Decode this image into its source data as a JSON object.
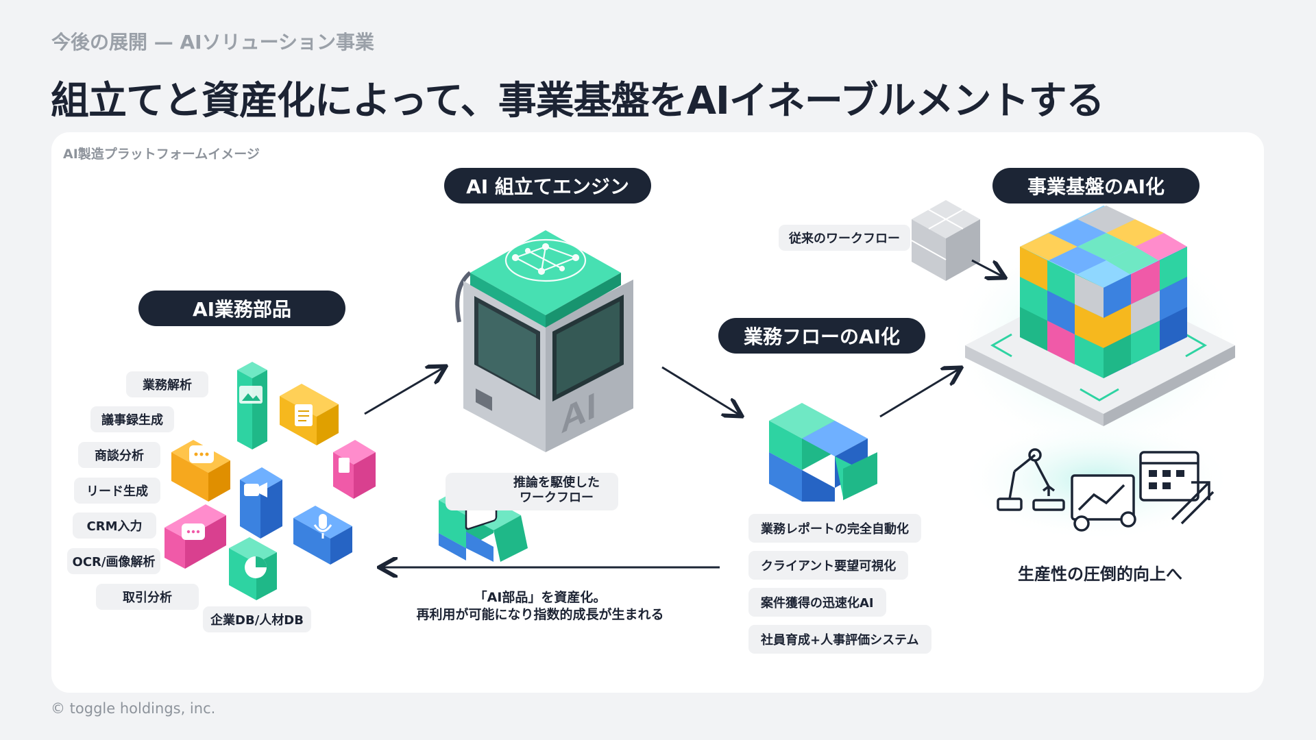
{
  "header": {
    "eyebrow": "今後の展開 — AIソリューション事業",
    "headline": "組立てと資産化によって、事業基盤をAIイネーブルメントする"
  },
  "card": {
    "title": "AI製造プラットフォームイメージ"
  },
  "parts": {
    "pill": "AI業務部品",
    "tags": [
      "業務解析",
      "議事録生成",
      "商談分析",
      "リード生成",
      "CRM入力",
      "OCR/画像解析",
      "取引分析",
      "企業DB/人材DB"
    ]
  },
  "engine": {
    "pill": "AI 組立てエンジン",
    "label": "AI",
    "workflow_note_line1": "推論を駆使した",
    "workflow_note_line2": "ワークフロー"
  },
  "flow": {
    "pill": "業務フローのAI化",
    "items": [
      "業務レポートの完全自動化",
      "クライアント要望可視化",
      "案件獲得の迅速化AI",
      "社員育成+人事評価システム"
    ]
  },
  "foundation": {
    "pill": "事業基盤のAI化",
    "legacy_label": "従来のワークフロー",
    "productivity": "生産性の圧倒的向上へ"
  },
  "asset_note": {
    "line1": "「AI部品」を資産化。",
    "line2": "再利用が可能になり指数的成長が生まれる"
  },
  "footer": {
    "copyright": "© toggle holdings, inc."
  },
  "colors": {
    "navy": "#1c2535",
    "teal": "#2ed3a2",
    "blue": "#3b82e0",
    "yellow": "#f6b81e",
    "pink": "#f05aa8",
    "gray_box": "#c9ccd1"
  },
  "icons": [
    "image-icon",
    "document-icon",
    "chat-icon",
    "video-icon",
    "microphone-icon",
    "pie-chart-icon",
    "neural-network-icon",
    "circuit-icon",
    "robot-arm-icon",
    "line-chart-icon",
    "calendar-icon",
    "growth-arrow-icon"
  ]
}
